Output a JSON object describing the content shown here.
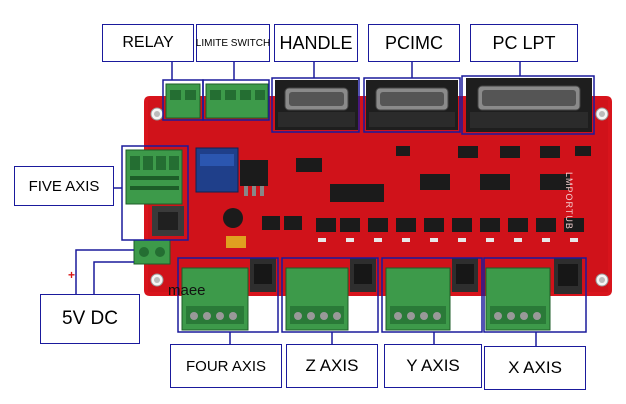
{
  "labels": {
    "relay": "RELAY",
    "limit_switch": "LIMITE SWITCH",
    "handle": "HANDLE",
    "pcimc": "PCIMC",
    "pc_lpt": "PC LPT",
    "five_axis": "FIVE AXIS",
    "dc_5v": "5V DC",
    "four_axis": "FOUR AXIS",
    "z_axis": "Z AXIS",
    "y_axis": "Y AXIS",
    "x_axis": "X AXIS"
  },
  "board": {
    "silk_text": "LMPORTUB",
    "handwritten": "maee",
    "plus_mark": "+"
  },
  "colors": {
    "board_red": "#d8141c",
    "terminal_green": "#3d9a4a",
    "label_border": "#1a1a9c",
    "highlight_box": "#1a1a9c"
  }
}
